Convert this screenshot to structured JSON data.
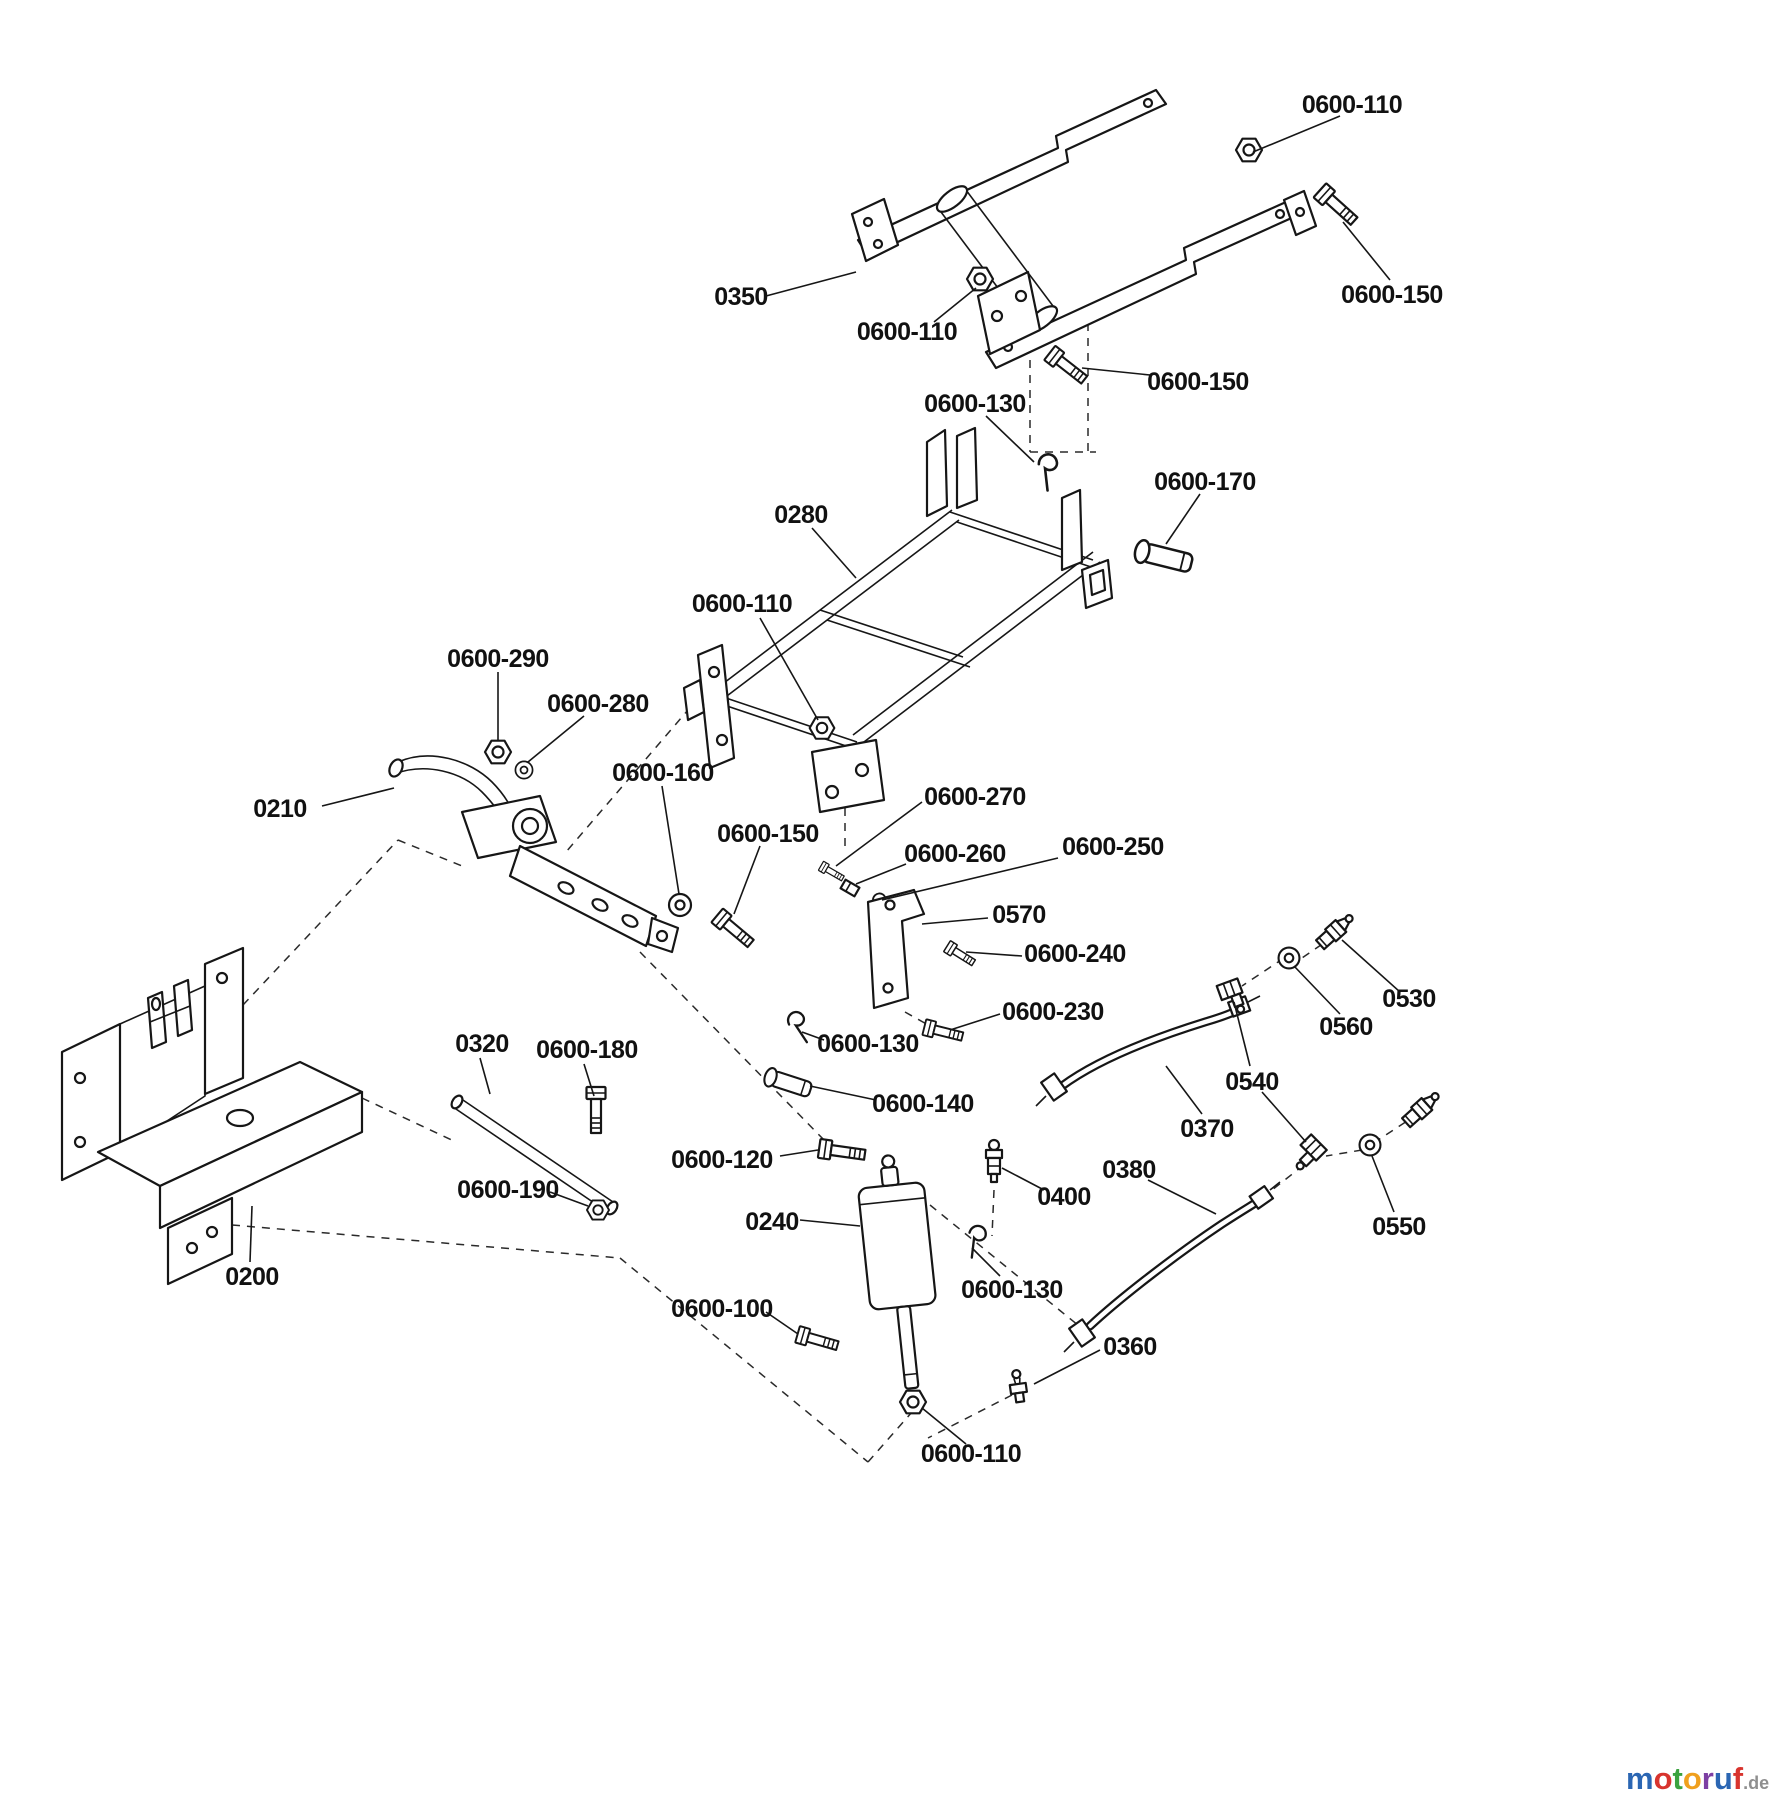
{
  "theme": {
    "background": "#ffffff",
    "ink": "#161616",
    "label_color": "#111111"
  },
  "labels": [
    {
      "text": "0600-110"
    },
    {
      "text": "0350"
    },
    {
      "text": "0600-110"
    },
    {
      "text": "0600-150"
    },
    {
      "text": "0600-150"
    },
    {
      "text": "0600-130"
    },
    {
      "text": "0600-170"
    },
    {
      "text": "0280"
    },
    {
      "text": "0600-110"
    },
    {
      "text": "0600-290"
    },
    {
      "text": "0600-280"
    },
    {
      "text": "0210"
    },
    {
      "text": "0600-160"
    },
    {
      "text": "0600-150"
    },
    {
      "text": "0600-270"
    },
    {
      "text": "0600-260"
    },
    {
      "text": "0600-250"
    },
    {
      "text": "0570"
    },
    {
      "text": "0600-240"
    },
    {
      "text": "0600-230"
    },
    {
      "text": "0600-130"
    },
    {
      "text": "0530"
    },
    {
      "text": "0560"
    },
    {
      "text": "0540"
    },
    {
      "text": "0320"
    },
    {
      "text": "0600-180"
    },
    {
      "text": "0600-140"
    },
    {
      "text": "0370"
    },
    {
      "text": "0600-120"
    },
    {
      "text": "0400"
    },
    {
      "text": "0380"
    },
    {
      "text": "0550"
    },
    {
      "text": "0600-190"
    },
    {
      "text": "0240"
    },
    {
      "text": "0600-130"
    },
    {
      "text": "0200"
    },
    {
      "text": "0600-100"
    },
    {
      "text": "0360"
    },
    {
      "text": "0600-110"
    }
  ],
  "logo": {
    "letters": [
      {
        "ch": "m",
        "color": "#2b66b3"
      },
      {
        "ch": "o",
        "color": "#d8342e"
      },
      {
        "ch": "t",
        "color": "#3aa23f"
      },
      {
        "ch": "o",
        "color": "#f0a01e"
      },
      {
        "ch": "r",
        "color": "#7d3fa3"
      },
      {
        "ch": "u",
        "color": "#2b66b3"
      },
      {
        "ch": "f",
        "color": "#d8342e"
      }
    ],
    "suffix": {
      "text": ".de",
      "color": "#8f8f8f"
    }
  }
}
